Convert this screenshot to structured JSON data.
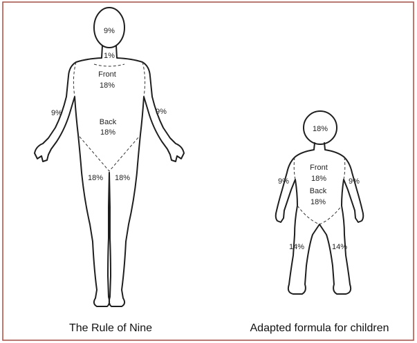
{
  "colors": {
    "border": "#b0483a",
    "outline": "#1e1e1e"
  },
  "adult": {
    "head": "9%",
    "neck": "1%",
    "front_label": "Front",
    "front_value": "18%",
    "back_label": "Back",
    "back_value": "18%",
    "left_arm": "9%",
    "right_arm": "9%",
    "left_leg": "18%",
    "right_leg": "18%",
    "caption": "The Rule of Nine"
  },
  "child": {
    "head": "18%",
    "front_label": "Front",
    "front_value": "18%",
    "back_label": "Back",
    "back_value": "18%",
    "left_arm": "9%",
    "right_arm": "9%",
    "left_leg": "14%",
    "right_leg": "14%",
    "caption": "Adapted formula for children"
  }
}
